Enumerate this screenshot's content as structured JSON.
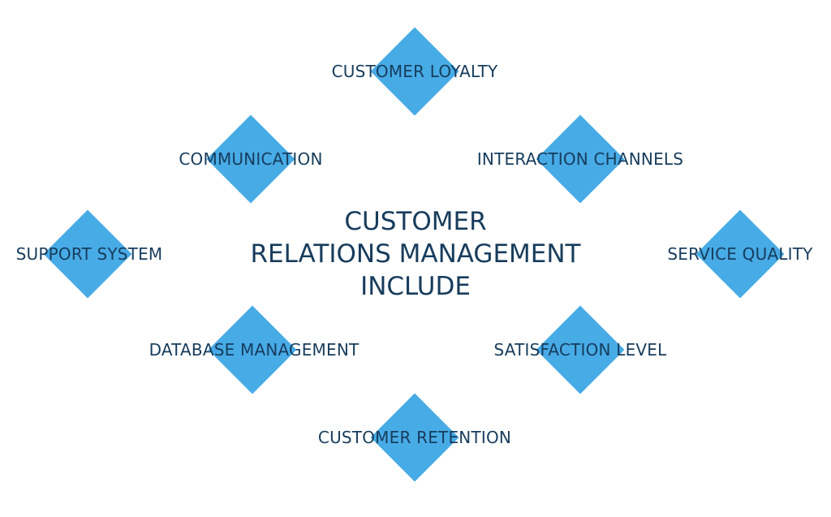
{
  "title": {
    "line1": "CUSTOMER",
    "line2": "RELATIONS MANAGEMENT",
    "line3": "INCLUDE"
  },
  "items": [
    "CUSTOMER LOYALTY",
    "COMMUNICATION",
    "INTERACTION CHANNELS",
    "SUPPORT SYSTEM",
    "SERVICE QUALITY",
    "DATABASE MANAGEMENT",
    "SATISFACTION LEVEL",
    "CUSTOMER RETENTION"
  ],
  "colors": {
    "diamond": "#47ABE6",
    "text": "#173c5c",
    "background": "#ffffff"
  }
}
